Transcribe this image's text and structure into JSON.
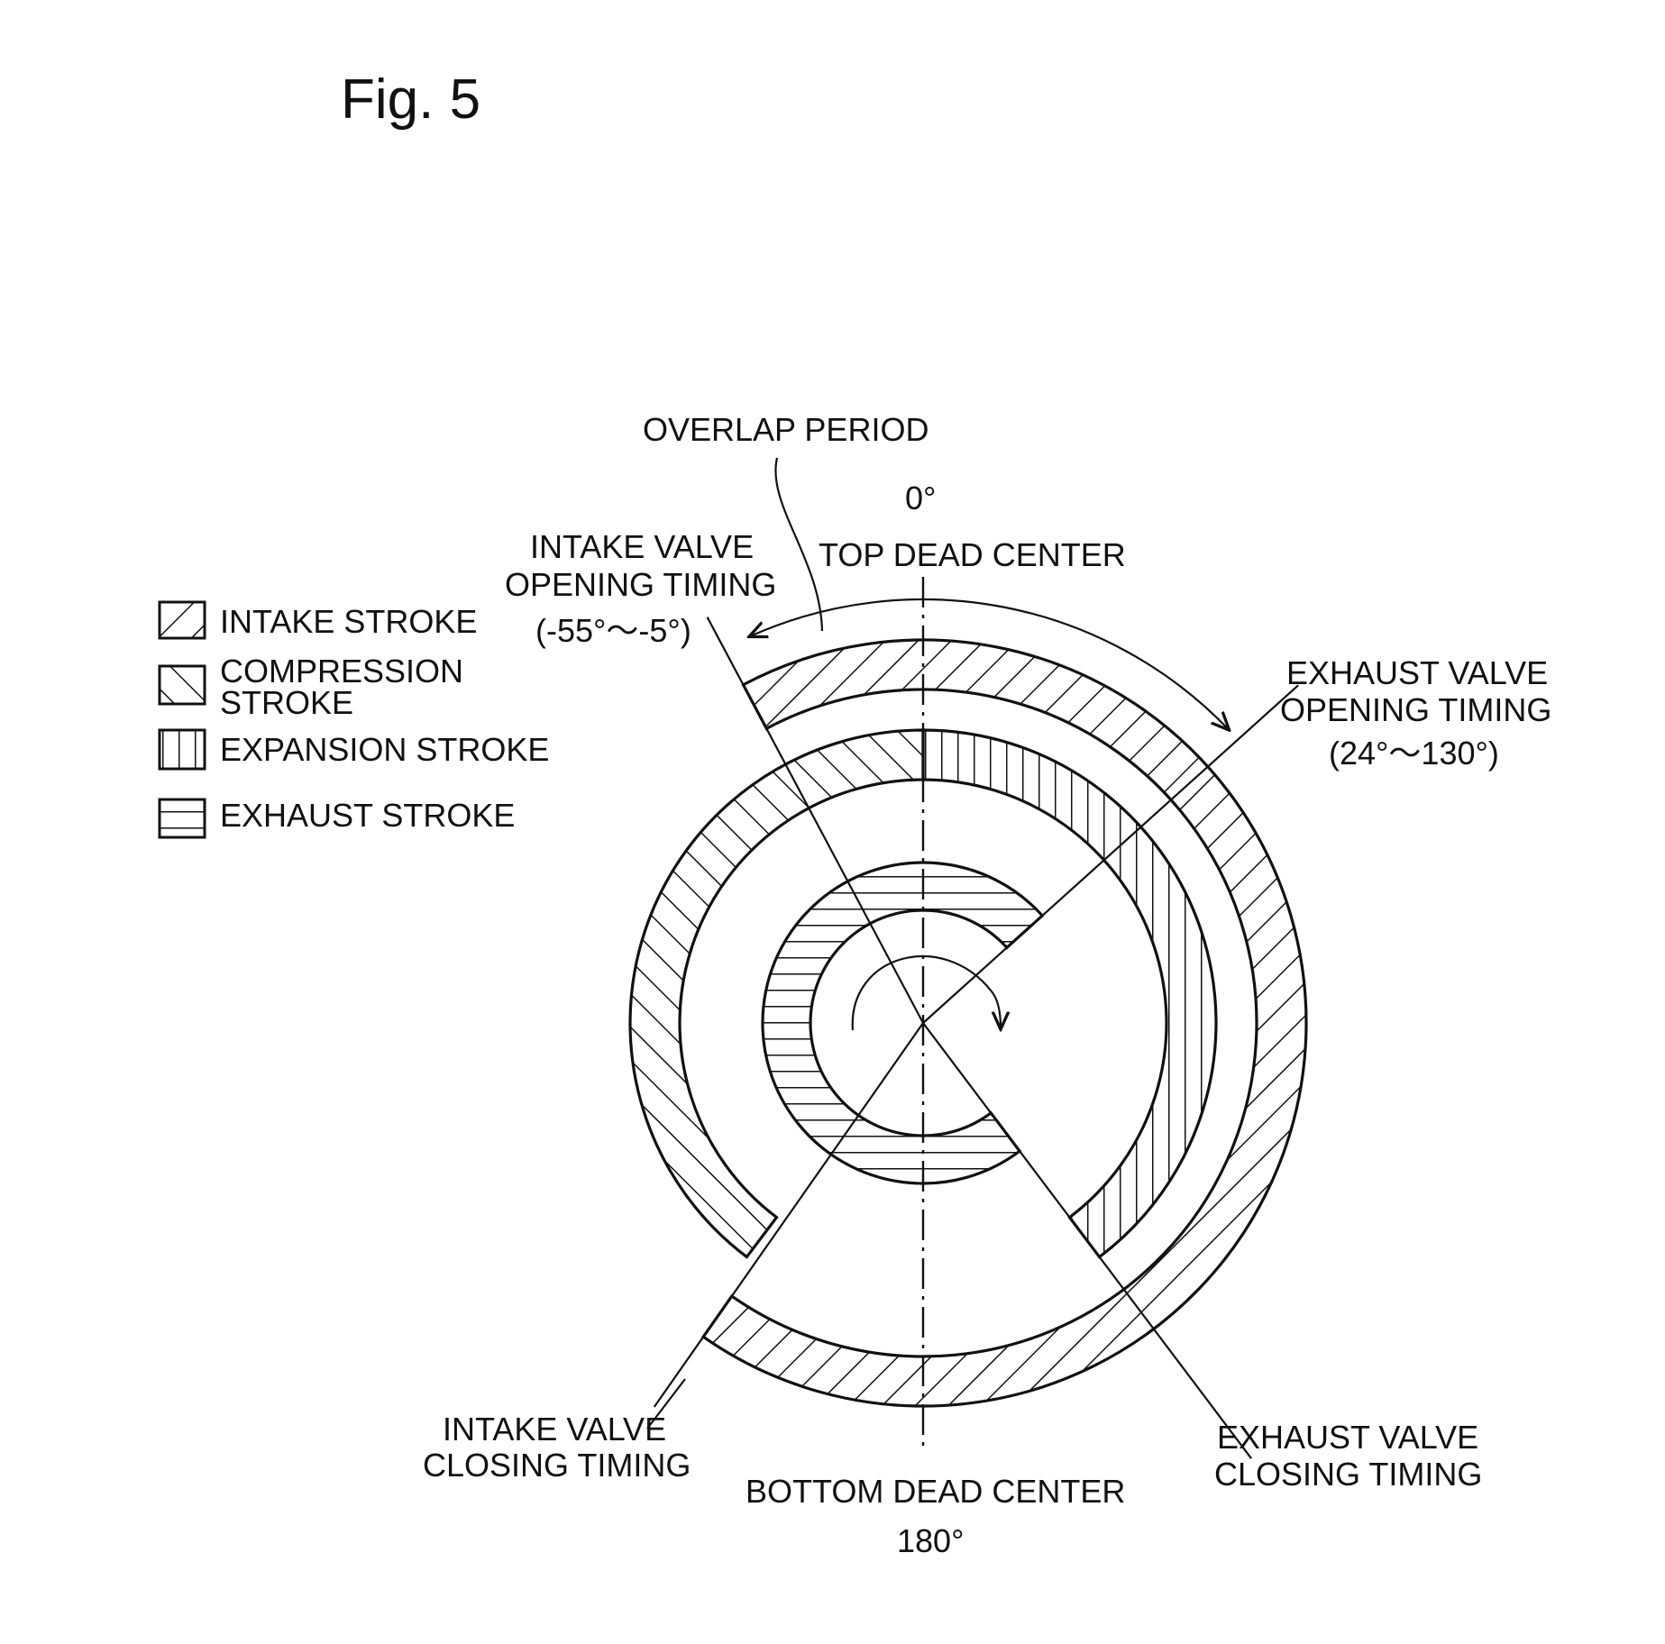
{
  "figure": {
    "title": "Fig. 5"
  },
  "legend": [
    {
      "pattern": "intake",
      "lines": [
        "INTAKE STROKE"
      ]
    },
    {
      "pattern": "compression",
      "lines": [
        "COMPRESSION",
        "STROKE"
      ]
    },
    {
      "pattern": "expansion",
      "lines": [
        "EXPANSION STROKE"
      ]
    },
    {
      "pattern": "exhaust",
      "lines": [
        "EXHAUST STROKE"
      ]
    }
  ],
  "labels": {
    "overlap": "OVERLAP PERIOD",
    "tdc_deg": "0°",
    "tdc": "TOP DEAD CENTER",
    "ivo_1": "INTAKE VALVE",
    "ivo_2": "OPENING TIMING",
    "ivo_range": "(-55°～-5°)",
    "evo_1": "EXHAUST VALVE",
    "evo_2": "OPENING TIMING",
    "evo_range": "(24°～130°)",
    "ivc_1": "INTAKE VALVE",
    "ivc_2": "CLOSING TIMING",
    "evc_1": "EXHAUST VALVE",
    "evc_2": "CLOSING TIMING",
    "bdc": "BOTTOM DEAD CENTER",
    "bdc_deg": "180°"
  },
  "timing_deg": {
    "intake_valve_opening": -28,
    "intake_valve_closing": 215,
    "exhaust_valve_opening": 48,
    "exhaust_valve_closing": 143
  },
  "rings": {
    "outer": {
      "stroke": "intake",
      "from_deg": -28,
      "to_deg": 215
    },
    "middle": [
      {
        "stroke": "expansion",
        "from_deg": 0,
        "to_deg": 143
      },
      {
        "stroke": "compression",
        "from_deg": 217,
        "to_deg": 360
      }
    ],
    "inner": {
      "stroke": "exhaust",
      "from_deg": 143,
      "to_deg": 408
    }
  },
  "rotation_arrow": {
    "direction": "clockwise"
  }
}
